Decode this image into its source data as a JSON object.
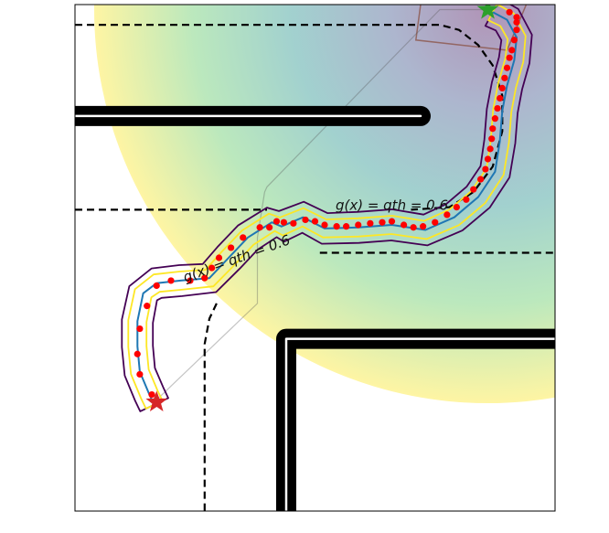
{
  "chart_data": {
    "type": "plot",
    "title": "",
    "xlabel": "",
    "ylabel": "",
    "xlim": [
      0,
      10
    ],
    "ylim": [
      0,
      10
    ],
    "axis_ticks": "hidden",
    "background": {
      "kind": "filled value field (radial, viridis colormap, partially transparent)",
      "colormap": [
        "#fde725",
        "#5ec962",
        "#21918c",
        "#3b528b",
        "#440154"
      ],
      "center": [
        8.6,
        9.9
      ],
      "radius": 8.2
    },
    "obstacles": [
      {
        "name": "upper wall",
        "points": [
          [
            0.0,
            7.8
          ],
          [
            7.2,
            7.8
          ]
        ]
      },
      {
        "name": "lower wall",
        "points": [
          [
            4.4,
            0.0
          ],
          [
            4.4,
            3.4
          ],
          [
            10.0,
            3.4
          ]
        ]
      }
    ],
    "boundaries": [
      {
        "name": "top boundary",
        "points": [
          [
            0,
            9.6
          ],
          [
            7.6,
            9.6
          ],
          [
            8.0,
            9.5
          ],
          [
            8.4,
            9.2
          ],
          [
            8.7,
            8.8
          ],
          [
            8.9,
            8.2
          ],
          [
            8.9,
            7.5
          ],
          [
            8.7,
            6.8
          ],
          [
            8.3,
            6.3
          ],
          [
            7.8,
            6.0
          ],
          [
            7.0,
            5.95
          ]
        ]
      },
      {
        "name": "middle boundary",
        "points": [
          [
            0,
            5.95
          ],
          [
            4.0,
            5.95
          ]
        ]
      },
      {
        "name": "right boundary",
        "points": [
          [
            5.1,
            5.1
          ],
          [
            10,
            5.1
          ]
        ]
      },
      {
        "name": "left boundary",
        "points": [
          [
            2.95,
            4.1
          ],
          [
            2.8,
            3.8
          ],
          [
            2.7,
            3.3
          ],
          [
            2.7,
            0
          ]
        ]
      }
    ],
    "contours": [
      {
        "level": "g(x) = gth",
        "color": "#440154"
      },
      {
        "level": "g(x) = qth = 0.6",
        "color": "#fde725"
      }
    ],
    "annotations": [
      "g(x) = qth = 0.6",
      "g(x) = qth = 0.6"
    ],
    "annotation_positions": [
      [
        6.6,
        5.95
      ],
      [
        3.4,
        4.9
      ]
    ],
    "path": {
      "color": "#1f77b4",
      "x": [
        1.65,
        1.55,
        1.35,
        1.3,
        1.3,
        1.42,
        1.7,
        2.2,
        2.8,
        3.2,
        3.6,
        4.1,
        4.3,
        4.75,
        5.2,
        5.9,
        6.6,
        7.3,
        7.9,
        8.4,
        8.75,
        8.85,
        8.9,
        9.0,
        9.15,
        9.2,
        9.0,
        8.7
      ],
      "y": [
        2.1,
        2.3,
        2.75,
        3.25,
        3.75,
        4.3,
        4.5,
        4.55,
        4.6,
        5.0,
        5.4,
        5.7,
        5.62,
        5.8,
        5.58,
        5.6,
        5.65,
        5.55,
        5.8,
        6.2,
        6.7,
        7.3,
        7.9,
        8.4,
        8.9,
        9.35,
        9.7,
        9.85
      ]
    },
    "waypoints": {
      "color": "#ff0000",
      "x": [
        1.6,
        1.35,
        1.3,
        1.35,
        1.5,
        1.7,
        2.0,
        2.4,
        2.7,
        2.85,
        3.0,
        3.25,
        3.5,
        3.85,
        4.05,
        4.2,
        4.35,
        4.55,
        4.8,
        5.0,
        5.2,
        5.45,
        5.65,
        5.9,
        6.15,
        6.4,
        6.6,
        6.85,
        7.05,
        7.25,
        7.5,
        7.75,
        7.95,
        8.15,
        8.3,
        8.45,
        8.55,
        8.6,
        8.65,
        8.68,
        8.7,
        8.75,
        8.8,
        8.85,
        8.9,
        8.95,
        9.0,
        9.05,
        9.1,
        9.15,
        9.2,
        9.2,
        9.2,
        9.05
      ],
      "y": [
        2.3,
        2.7,
        3.1,
        3.6,
        4.05,
        4.45,
        4.55,
        4.55,
        4.6,
        4.8,
        5.0,
        5.2,
        5.4,
        5.6,
        5.6,
        5.72,
        5.7,
        5.68,
        5.75,
        5.72,
        5.65,
        5.62,
        5.62,
        5.65,
        5.68,
        5.7,
        5.72,
        5.65,
        5.6,
        5.62,
        5.7,
        5.85,
        6.0,
        6.15,
        6.35,
        6.55,
        6.75,
        6.95,
        7.15,
        7.35,
        7.55,
        7.75,
        7.95,
        8.15,
        8.35,
        8.55,
        8.75,
        8.95,
        9.1,
        9.3,
        9.5,
        9.65,
        9.75,
        9.85
      ]
    },
    "start": {
      "x": 1.7,
      "y": 2.15,
      "color": "#d62728",
      "marker": "star"
    },
    "goal": {
      "x": 8.6,
      "y": 9.9,
      "color": "#2ca02c",
      "marker": "star"
    },
    "reachable_set": {
      "stroke": "#555555",
      "points": [
        [
          1.65,
          2.15
        ],
        [
          3.8,
          4.1
        ],
        [
          3.8,
          5.4
        ],
        [
          3.95,
          6.3
        ],
        [
          4.0,
          6.4
        ],
        [
          7.6,
          9.9
        ],
        [
          8.6,
          9.9
        ]
      ]
    },
    "sensor_region": {
      "stroke": "#8c564b",
      "points": [
        [
          7.2,
          10.0
        ],
        [
          7.1,
          9.3
        ],
        [
          9.0,
          9.1
        ],
        [
          9.4,
          10.0
        ]
      ]
    }
  }
}
